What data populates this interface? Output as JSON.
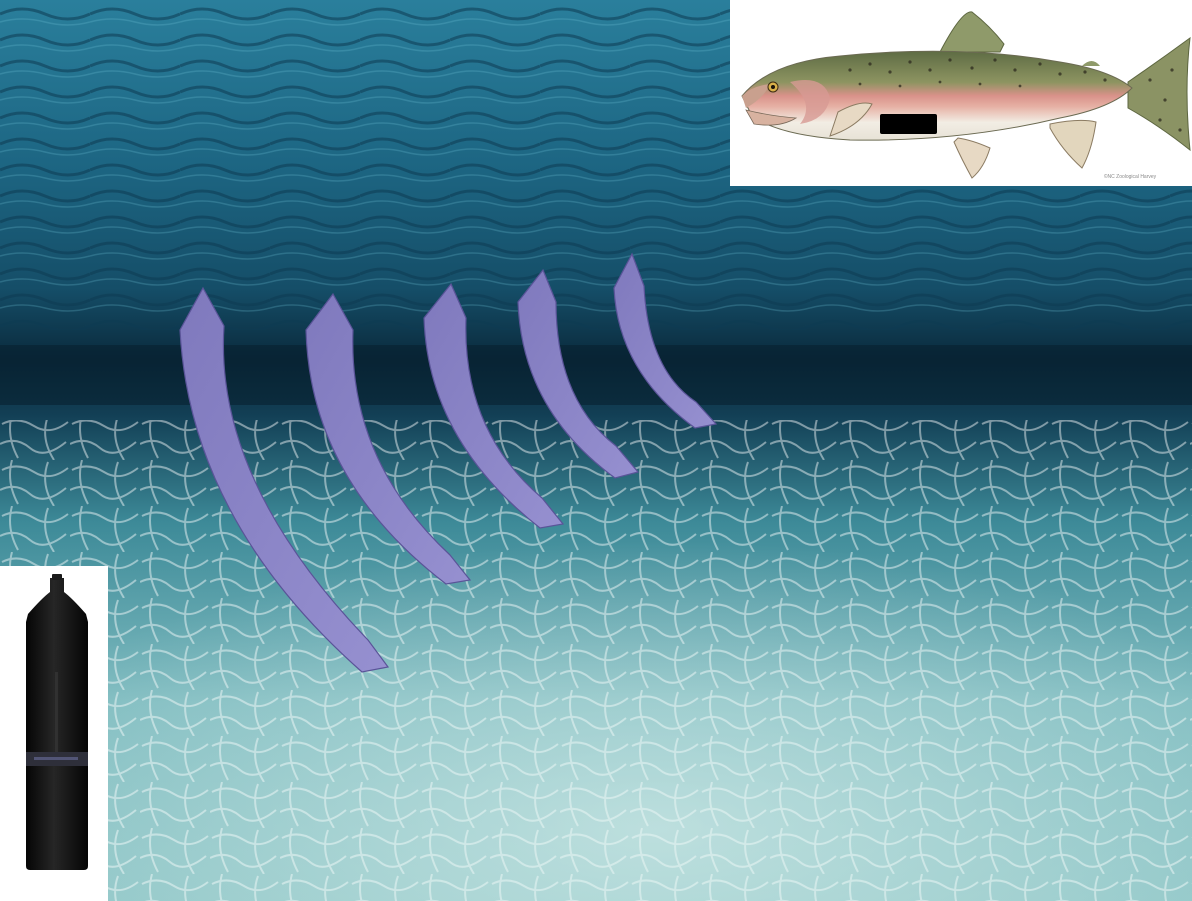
{
  "scene": {
    "setting": "underwater-lake-floor",
    "colors": {
      "water_surface": "#1f6a86",
      "water_deep": "#0b2f44",
      "sand_light": "#c9e6e2",
      "sand_mid": "#5fa3ac",
      "signal_wave": "#8c86c8",
      "signal_wave_edge": "#5c569b",
      "fish_back": "#6f7d52",
      "fish_stripe": "#d98c86",
      "fish_belly": "#f3efe6",
      "tag": "#000000",
      "receiver_body": "#0f0f0f"
    }
  },
  "signal_waves": {
    "icon": "acoustic-signal-arc-icon",
    "count": 5
  },
  "fish_inset": {
    "subject": "rainbow trout",
    "icon": "trout-illustration-icon",
    "implanted_tag": "black-transmitter-tag-icon",
    "credit": "©NC Zoological Harvey"
  },
  "receiver_inset": {
    "icon": "acoustic-receiver-icon"
  }
}
